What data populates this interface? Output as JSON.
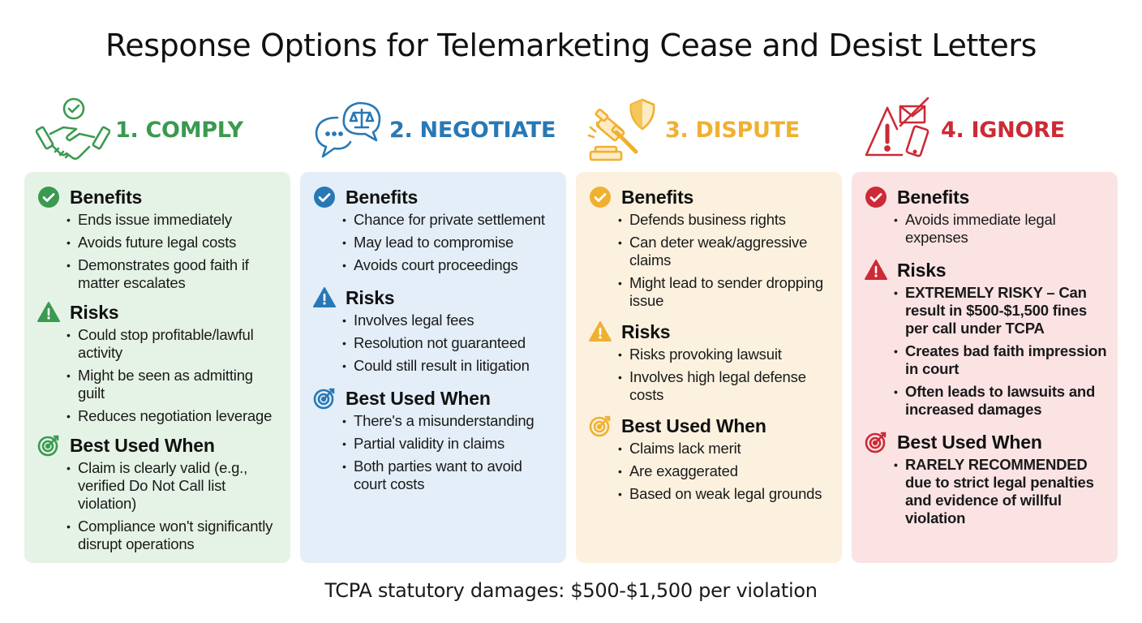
{
  "title": "Response Options for Telemarketing Cease and Desist Letters",
  "footer": "TCPA statutory damages: $500-$1,500 per violation",
  "colors": {
    "comply": "#3a9a4f",
    "negotiate": "#2878b5",
    "dispute": "#f0b030",
    "ignore": "#cc2a36",
    "comply_bg": "#e5f3e6",
    "negotiate_bg": "#e3eef8",
    "dispute_bg": "#fcf1df",
    "ignore_bg": "#fbe3e4"
  },
  "options": [
    {
      "label": "1. COMPLY",
      "icon": "handshake-check-icon",
      "benefits": {
        "title": "Benefits",
        "items": [
          "Ends issue immediately",
          "Avoids future legal costs",
          "Demonstrates good faith if matter escalates"
        ]
      },
      "risks": {
        "title": "Risks",
        "items": [
          "Could stop profitable/lawful activity",
          "Might be seen as admitting guilt",
          "Reduces negotiation leverage"
        ]
      },
      "best": {
        "title": "Best Used When",
        "items": [
          "Claim is clearly valid (e.g., verified Do Not Call list violation)",
          "Compliance won't significantly disrupt operations"
        ]
      }
    },
    {
      "label": "2. NEGOTIATE",
      "icon": "chat-scales-icon",
      "benefits": {
        "title": "Benefits",
        "items": [
          "Chance for private settlement",
          "May lead to compromise",
          "Avoids court proceedings"
        ]
      },
      "risks": {
        "title": "Risks",
        "items": [
          "Involves legal fees",
          "Resolution not guaranteed",
          "Could still result in litigation"
        ]
      },
      "best": {
        "title": "Best Used When",
        "items": [
          "There's a misunderstanding",
          "Partial validity in claims",
          "Both parties want to avoid court costs"
        ]
      }
    },
    {
      "label": "3. DISPUTE",
      "icon": "gavel-shield-icon",
      "benefits": {
        "title": "Benefits",
        "items": [
          "Defends business rights",
          "Can deter weak/aggressive claims",
          "Might lead to sender dropping issue"
        ]
      },
      "risks": {
        "title": "Risks",
        "items": [
          "Risks provoking lawsuit",
          "Involves high legal defense costs"
        ]
      },
      "best": {
        "title": "Best Used When",
        "items": [
          "Claims lack merit",
          "Are exaggerated",
          "Based on weak legal grounds"
        ]
      }
    },
    {
      "label": "4. IGNORE",
      "icon": "warning-mail-phone-icon",
      "benefits": {
        "title": "Benefits",
        "items": [
          "Avoids immediate legal expenses"
        ]
      },
      "risks": {
        "title": "Risks",
        "items": [
          "EXTREMELY RISKY – Can result in $500-$1,500 fines per call under TCPA",
          "Creates bad faith impression in court",
          "Often leads to lawsuits and increased damages"
        ]
      },
      "best": {
        "title": "Best Used When",
        "items": [
          "RARELY RECOMMENDED due to strict legal penalties and evidence of willful violation"
        ]
      }
    }
  ]
}
